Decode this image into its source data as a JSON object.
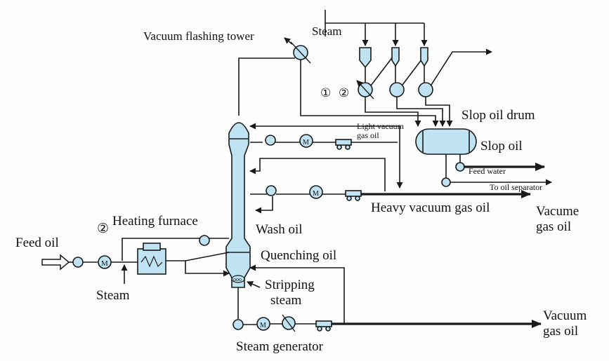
{
  "labels": {
    "vacuum_flashing_tower": "Vacuum flashing tower",
    "steam_top": "Steam",
    "circle_1": "①",
    "circle_2": "②",
    "slop_oil_drum": "Slop oil drum",
    "light_vacuum_gas_oil_line1": "Light vacuum",
    "light_vacuum_gas_oil_line2": "gas oil",
    "slop_oil": "Slop oil",
    "feed_water": "Feed water",
    "to_oil_separator": "To oil separator",
    "heavy_vacuum_gas_oil": "Heavy vacuum gas oil",
    "vacume_gas_oil_line1": "Vacume",
    "vacume_gas_oil_line2": "gas oil",
    "heating_furnace_marker": "②",
    "heating_furnace": "Heating furnace",
    "wash_oil": "Wash oil",
    "feed_oil": "Feed oil",
    "quenching_oil": "Quenching oil",
    "stripping_steam_line1": "Stripping",
    "stripping_steam_line2": "steam",
    "steam_bottom": "Steam",
    "vacuum_gas_oil_line1": "Vacuum",
    "vacuum_gas_oil_line2": "gas oil",
    "steam_generator": "Steam generator",
    "pump_m_symbol": "M"
  },
  "colors": {
    "equipment_fill": "#bfe3f3",
    "line": "#1a1a1a",
    "background": "#fdfdfd"
  }
}
